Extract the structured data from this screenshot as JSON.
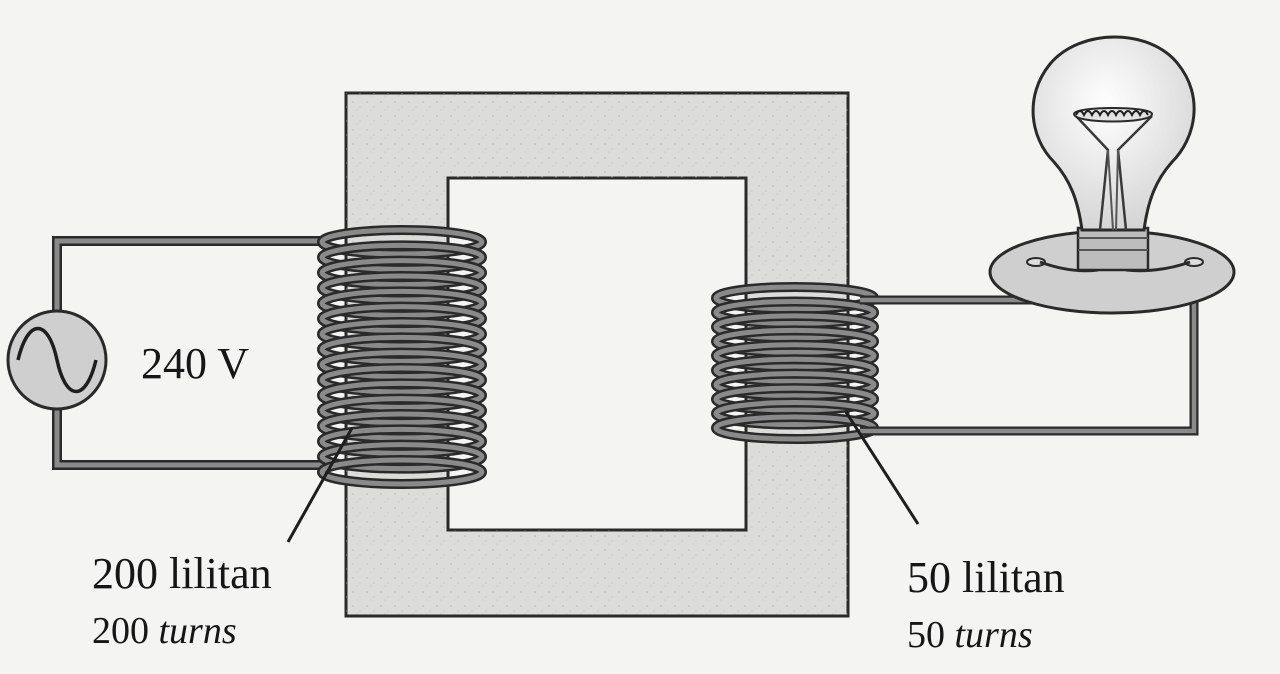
{
  "source": {
    "voltage_label": "240 V"
  },
  "primary": {
    "turns_label": "200 lilitan",
    "turns_number": "200",
    "turns_word": "turns"
  },
  "secondary": {
    "turns_label": "50 lilitan",
    "turns_number": "50",
    "turns_word": "turns"
  },
  "colors": {
    "background": "#f4f4f2",
    "core": "#dcdcdb",
    "wire": "#7a7a7a",
    "outline": "#2a2a2a"
  }
}
